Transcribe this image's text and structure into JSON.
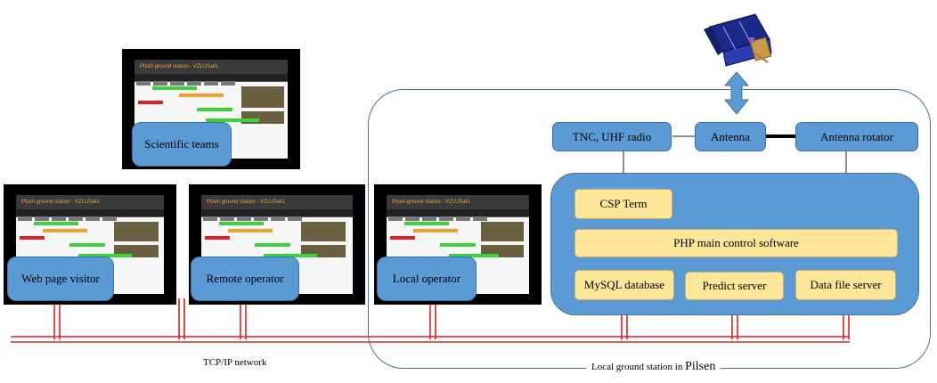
{
  "screens": [
    {
      "id": "scientific",
      "title": "Plzeň ground station - VZLUSat1",
      "label": "Scientific teams"
    },
    {
      "id": "web",
      "title": "Plzeň ground station - VZLUSat1",
      "label": "Web page visitor"
    },
    {
      "id": "remote",
      "title": "Plzeň ground station - VZLUSat1",
      "label": "Remote operator"
    },
    {
      "id": "local",
      "title": "Plzeň ground station - VZLUSat1",
      "label": "Local operator"
    }
  ],
  "ground_station": {
    "caption_prefix": "Local ground station in",
    "caption_place": "Pilsen",
    "tnc": "TNC, UHF radio",
    "antenna": "Antenna",
    "rotator": "Antenna rotator",
    "csp": "CSP Term",
    "php": "PHP main control software",
    "mysql": "MySQL database",
    "predict": "Predict server",
    "datafile": "Data file server"
  },
  "network": {
    "label": "TCP/IP network",
    "color": "#e02020"
  },
  "colors": {
    "box_blue": "#5b9bd5",
    "box_yellow": "#ffe699",
    "border_blue": "#41719c"
  }
}
